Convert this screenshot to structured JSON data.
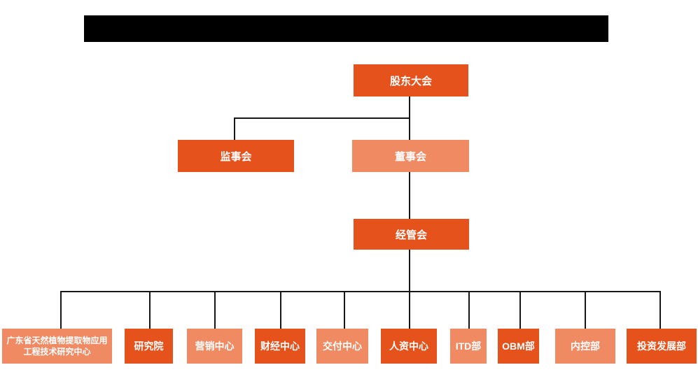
{
  "title_bar": {
    "type": "redacted-black-bar",
    "color": "#000000"
  },
  "colors": {
    "primary": "#E5521B",
    "secondary": "#EF8A63",
    "line": "#161616",
    "text": "#ffffff",
    "background": "#ffffff"
  },
  "org_chart": {
    "type": "organization-hierarchy",
    "nodes": [
      {
        "id": "shareholders-meeting",
        "label": "股东大会",
        "variant": "primary",
        "level": 1
      },
      {
        "id": "supervisory-board",
        "label": "监事会",
        "variant": "primary",
        "level": 2
      },
      {
        "id": "board-of-directors",
        "label": "董事会",
        "variant": "secondary",
        "level": 2
      },
      {
        "id": "management-committee",
        "label": "经管会",
        "variant": "primary",
        "level": 3
      },
      {
        "id": "gd-plant-extract-research-center",
        "label": "广东省天然植物提取物应用工程技术研究中心",
        "variant": "secondary",
        "level": 4
      },
      {
        "id": "research-institute",
        "label": "研究院",
        "variant": "primary",
        "level": 4
      },
      {
        "id": "marketing-center",
        "label": "营销中心",
        "variant": "secondary",
        "level": 4
      },
      {
        "id": "finance-center",
        "label": "财经中心",
        "variant": "primary",
        "level": 4
      },
      {
        "id": "delivery-center",
        "label": "交付中心",
        "variant": "secondary",
        "level": 4
      },
      {
        "id": "hr-center",
        "label": "人资中心",
        "variant": "primary",
        "level": 4
      },
      {
        "id": "itd-dept",
        "label": "ITD部",
        "variant": "secondary",
        "level": 4
      },
      {
        "id": "obm-dept",
        "label": "OBM部",
        "variant": "primary",
        "level": 4
      },
      {
        "id": "internal-control-dept",
        "label": "内控部",
        "variant": "secondary",
        "level": 4
      },
      {
        "id": "investment-development-dept",
        "label": "投资发展部",
        "variant": "primary",
        "level": 4
      }
    ],
    "edges": [
      {
        "from": "shareholders-meeting",
        "to": "supervisory-board"
      },
      {
        "from": "shareholders-meeting",
        "to": "board-of-directors"
      },
      {
        "from": "board-of-directors",
        "to": "management-committee"
      },
      {
        "from": "management-committee",
        "to": "gd-plant-extract-research-center"
      },
      {
        "from": "management-committee",
        "to": "research-institute"
      },
      {
        "from": "management-committee",
        "to": "marketing-center"
      },
      {
        "from": "management-committee",
        "to": "finance-center"
      },
      {
        "from": "management-committee",
        "to": "delivery-center"
      },
      {
        "from": "management-committee",
        "to": "hr-center"
      },
      {
        "from": "management-committee",
        "to": "itd-dept"
      },
      {
        "from": "management-committee",
        "to": "obm-dept"
      },
      {
        "from": "management-committee",
        "to": "internal-control-dept"
      },
      {
        "from": "management-committee",
        "to": "investment-development-dept"
      }
    ]
  }
}
